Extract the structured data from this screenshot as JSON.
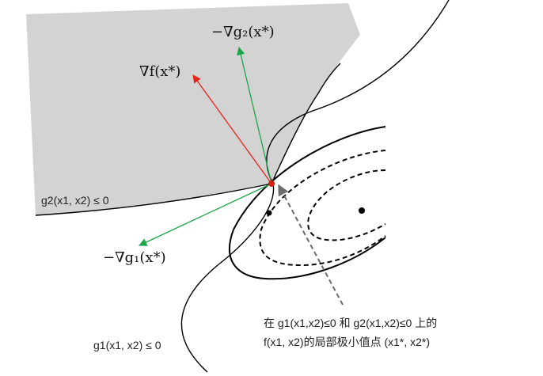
{
  "labels": {
    "grad_f": "∇f(x*)",
    "neg_grad_g2": "−∇g₂(x*)",
    "neg_grad_g1": "−∇g₁(x*)",
    "g2_constraint": "g2(x1, x2) ≤ 0",
    "g1_constraint": "g1(x1, x2) ≤ 0",
    "annotation_line1": "在 g1(x1,x2)≤0 和 g2(x1,x2)≤0 上的",
    "annotation_line2": "f(x1, x2)的局部极小值点 (x1*, x2*)"
  },
  "colors": {
    "feasible_region": "#d3d3d3",
    "grad_f": "#e8231c",
    "grad_g": "#1aa64a",
    "optimum_point": "#d62010",
    "curves": "#000000",
    "dashed_arrow": "#6b6b6b"
  }
}
